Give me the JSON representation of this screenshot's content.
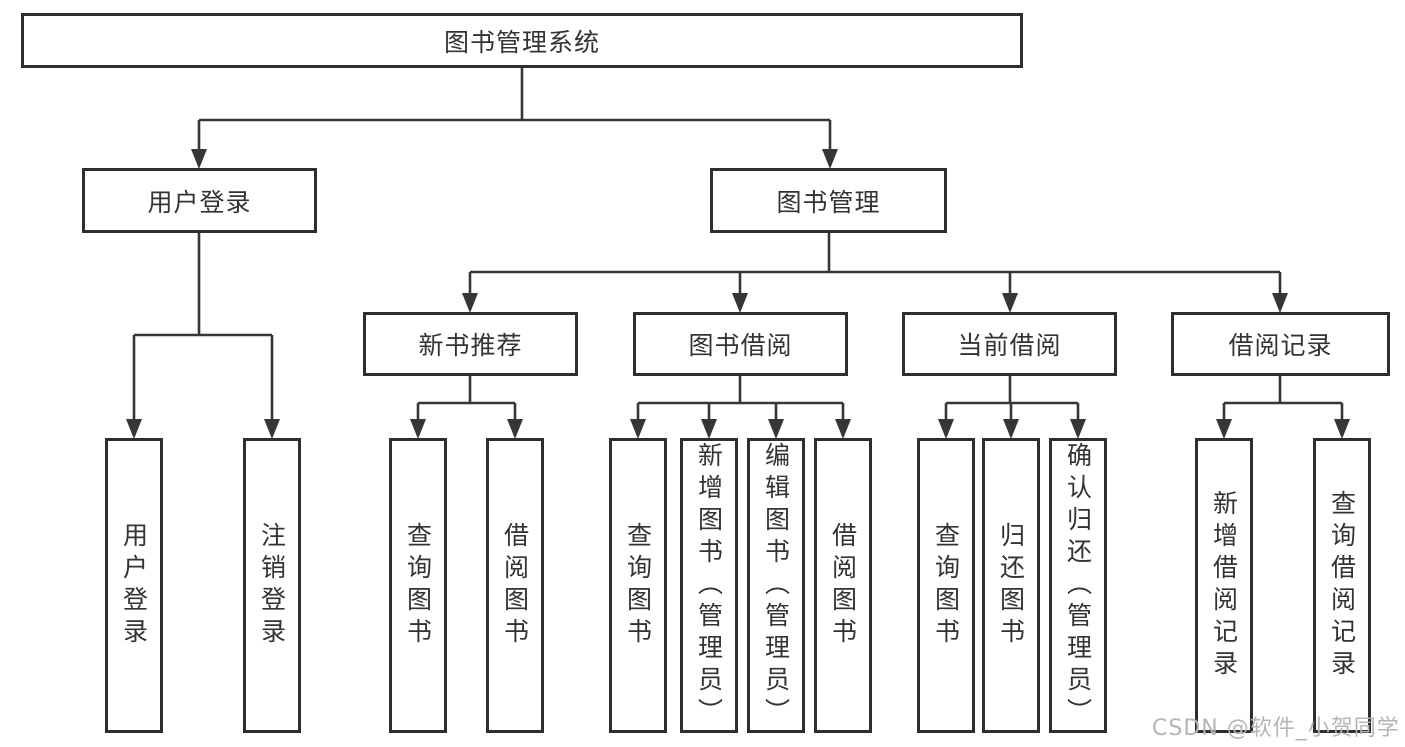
{
  "page": {
    "watermark": "CSDN @软件_小贺同学"
  },
  "colors": {
    "line": "#363636",
    "box_border": "#2e2e2e",
    "box_fill": "#ffffff",
    "text": "#333333",
    "watermark": "#b5b5b5",
    "background": "#ffffff"
  },
  "tree": {
    "root": "图书管理系统",
    "level2": [
      "用户登录",
      "图书管理"
    ],
    "level3": [
      "新书推荐",
      "图书借阅",
      "当前借阅",
      "借阅记录"
    ],
    "leaves_user_login": [
      "用户登录",
      "注销登录"
    ],
    "leaves_new_book": [
      "查询图书",
      "借阅图书"
    ],
    "leaves_book_borrow": [
      "查询图书",
      "新增图书（管理员）",
      "编辑图书（管理员）",
      "借阅图书"
    ],
    "leaves_current_borrow": [
      "查询图书",
      "归还图书",
      "确认归还（管理员）"
    ],
    "leaves_borrow_record": [
      "新增借阅记录",
      "查询借阅记录"
    ]
  }
}
